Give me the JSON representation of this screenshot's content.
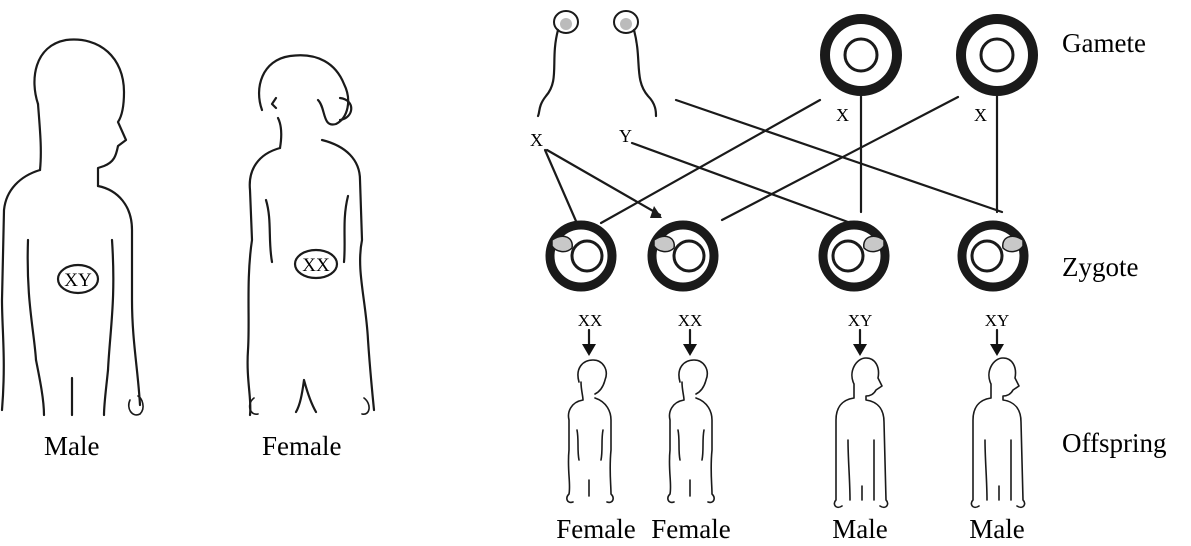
{
  "parents": {
    "male_label": "Male",
    "female_label": "Female",
    "male_chromosomes": "XY",
    "female_chromosomes": "XX"
  },
  "stages": {
    "gamete": "Gamete",
    "zygote": "Zygote",
    "offspring": "Offspring"
  },
  "sperm_labels": [
    "X",
    "Y"
  ],
  "egg_labels": [
    "X",
    "X"
  ],
  "zygote_genotypes": [
    "XX",
    "XX",
    "XY",
    "XY"
  ],
  "offspring_labels": [
    "Female",
    "Female",
    "Male",
    "Male"
  ]
}
